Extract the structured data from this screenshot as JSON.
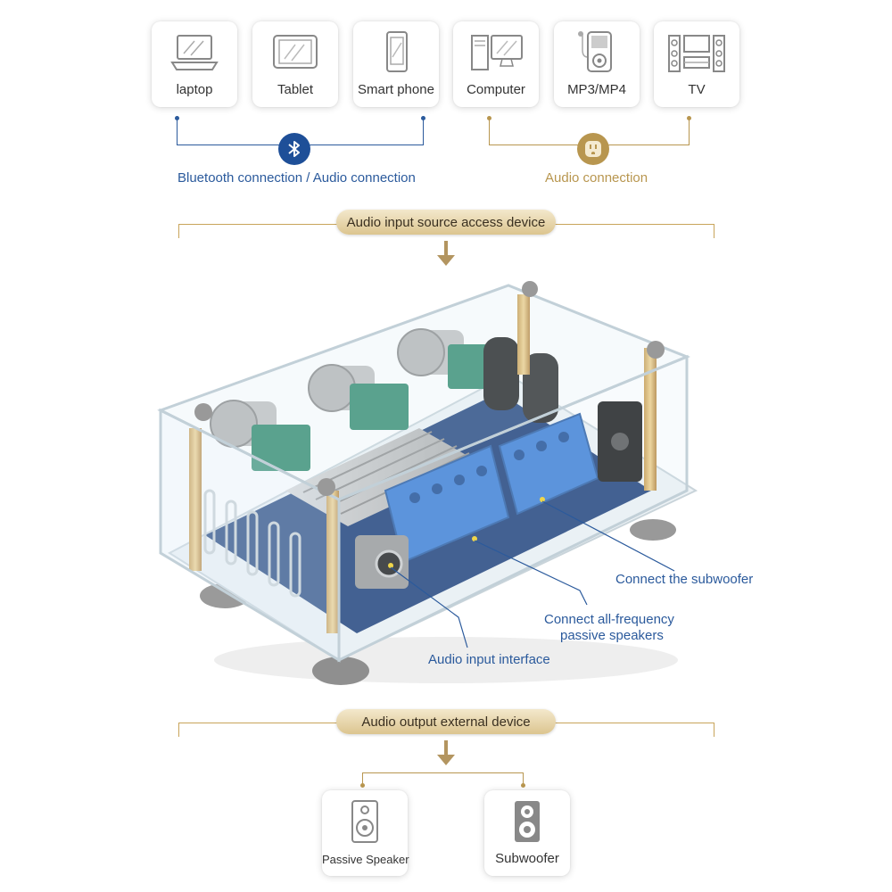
{
  "sources": {
    "bluetooth_group": [
      {
        "label": "laptop",
        "icon": "laptop-icon"
      },
      {
        "label": "Tablet",
        "icon": "tablet-icon"
      },
      {
        "label": "Smart phone",
        "icon": "smartphone-icon"
      }
    ],
    "audio_group": [
      {
        "label": "Computer",
        "icon": "computer-icon"
      },
      {
        "label": "MP3/MP4",
        "icon": "mp3-player-icon"
      },
      {
        "label": "TV",
        "icon": "home-theater-icon"
      }
    ],
    "bluetooth_label": "Bluetooth connection / Audio connection",
    "audio_label": "Audio connection"
  },
  "sections": {
    "input_title": "Audio input source access device",
    "output_title": "Audio output external device"
  },
  "callouts": {
    "subwoofer": "Connect the subwoofer",
    "speakers_line1": "Connect all-frequency",
    "speakers_line2": "passive speakers",
    "input": "Audio input interface"
  },
  "outputs": [
    {
      "label": "Passive Speaker",
      "icon": "passive-speaker-icon"
    },
    {
      "label": "Subwoofer",
      "icon": "subwoofer-icon"
    }
  ],
  "colors": {
    "blue": "#2b5a9c",
    "gold": "#b8964f",
    "pill": "#dcc58f"
  }
}
